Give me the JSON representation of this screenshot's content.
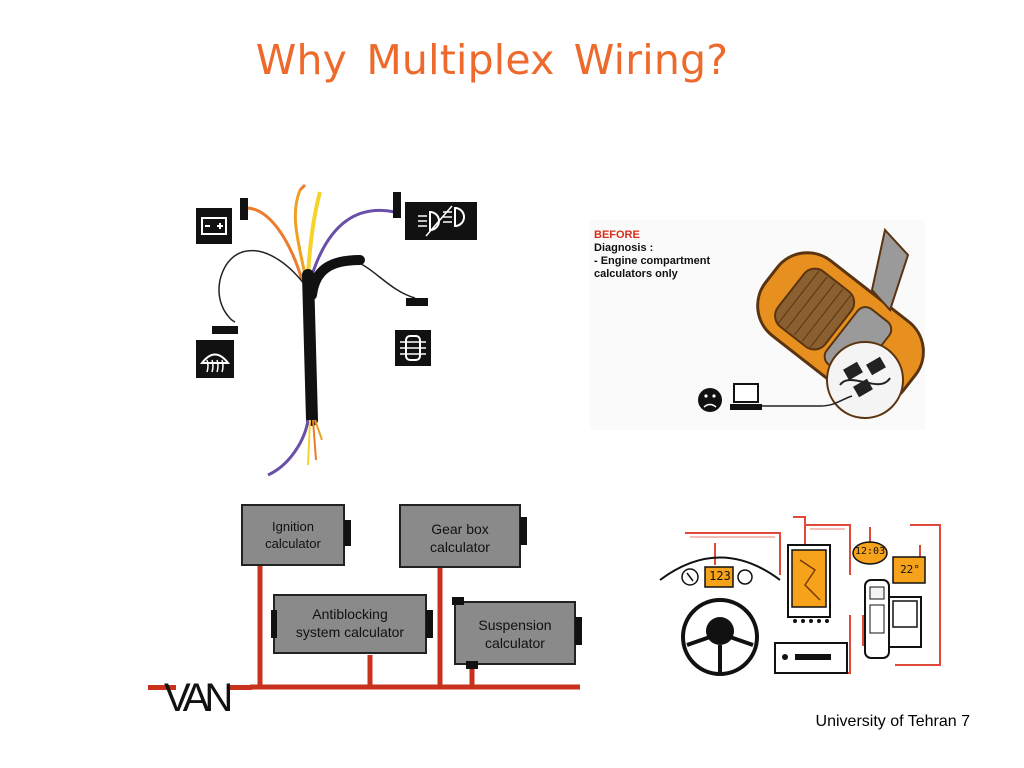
{
  "title": "Why Multiplex Wiring?",
  "before_panel": {
    "heading": "BEFORE",
    "line1": "Diagnosis :",
    "line2": "- Engine compartment",
    "line3": "calculators only"
  },
  "bus_diagram": {
    "ignition": [
      "Ignition",
      "calculator"
    ],
    "gearbox": [
      "Gear box",
      "calculator"
    ],
    "antiblocking": [
      "Antiblocking",
      "system calculator"
    ],
    "suspension": [
      "Suspension",
      "calculator"
    ],
    "bus_label": "VAN"
  },
  "dashboard": {
    "speed_display": "123",
    "clock_display": "12:03",
    "temp_display": "22°"
  },
  "footer": "University of Tehran",
  "page_number": "7",
  "colors": {
    "title": "#ee6a2c",
    "bus_line": "#c8311b",
    "calculator_box": "#8a8a8a",
    "car_body": "#e8901f",
    "display": "#f7a21b"
  }
}
